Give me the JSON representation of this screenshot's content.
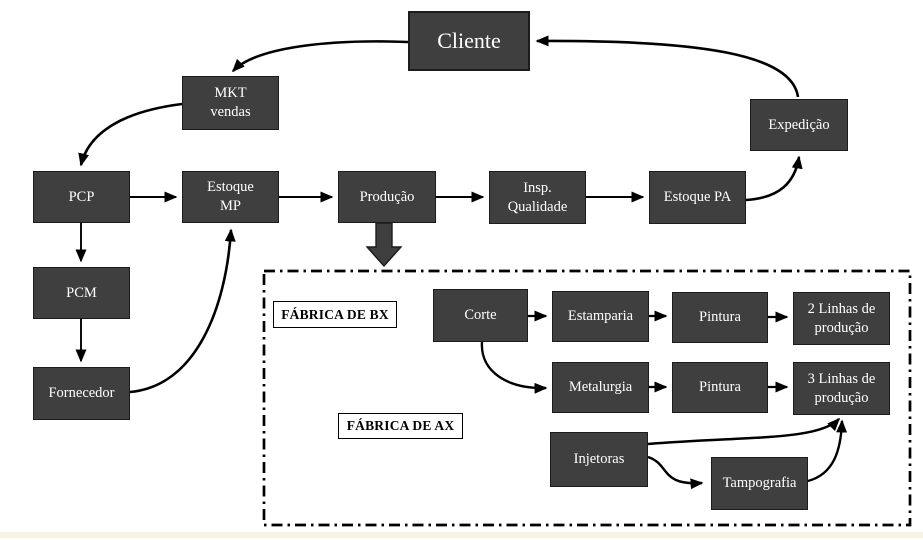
{
  "colors": {
    "box_fill": "#3f3f3f",
    "box_border": "#1c1c1c",
    "box_text": "#ffffff",
    "arrow": "#000000",
    "tag_bg": "#ffffff",
    "tag_border": "#000000",
    "tag_text": "#000000",
    "canvas_bg": "#ffffff",
    "bottom_strip": "#f8f2e4"
  },
  "nodes": {
    "cliente": {
      "label": "Cliente"
    },
    "mkt_vendas": {
      "label": "MKT\nvendas"
    },
    "expedicao": {
      "label": "Expedição"
    },
    "pcp": {
      "label": "PCP"
    },
    "estoque_mp": {
      "label": "Estoque\nMP"
    },
    "producao": {
      "label": "Produção"
    },
    "insp_qualidade": {
      "label": "Insp.\nQualidade"
    },
    "estoque_pa": {
      "label": "Estoque PA"
    },
    "pcm": {
      "label": "PCM"
    },
    "fornecedor": {
      "label": "Fornecedor"
    },
    "corte": {
      "label": "Corte"
    },
    "estamparia": {
      "label": "Estamparia"
    },
    "pintura_bx": {
      "label": "Pintura"
    },
    "linhas_2": {
      "label": "2 Linhas de\nprodução"
    },
    "metalurgia": {
      "label": "Metalurgia"
    },
    "pintura_ax": {
      "label": "Pintura"
    },
    "linhas_3": {
      "label": "3 Linhas de\nprodução"
    },
    "injetoras": {
      "label": "Injetoras"
    },
    "tampografia": {
      "label": "Tampografia"
    }
  },
  "section_labels": {
    "fabrica_bx": {
      "label": "FÁBRICA DE BX"
    },
    "fabrica_ax": {
      "label": "FÁBRICA DE AX"
    }
  }
}
